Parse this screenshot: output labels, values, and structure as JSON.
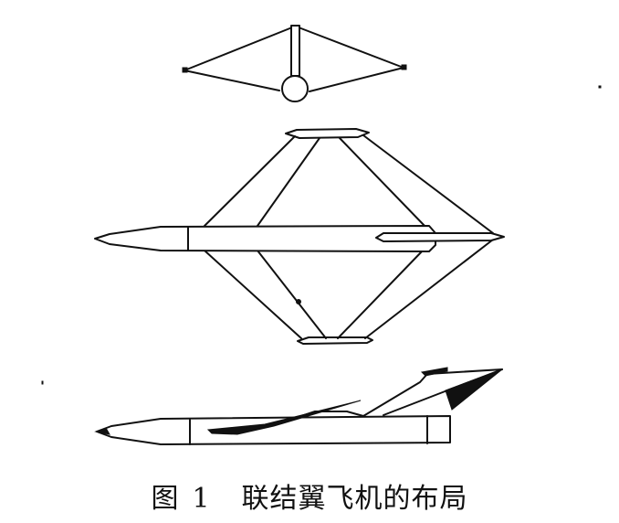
{
  "figure": {
    "caption_label": "图",
    "caption_number": "1",
    "caption_text": "联结翼飞机的布局",
    "views": [
      {
        "name": "front-view"
      },
      {
        "name": "top-view"
      },
      {
        "name": "side-view"
      }
    ],
    "colors": {
      "line": "#111111",
      "background": "#ffffff"
    }
  }
}
